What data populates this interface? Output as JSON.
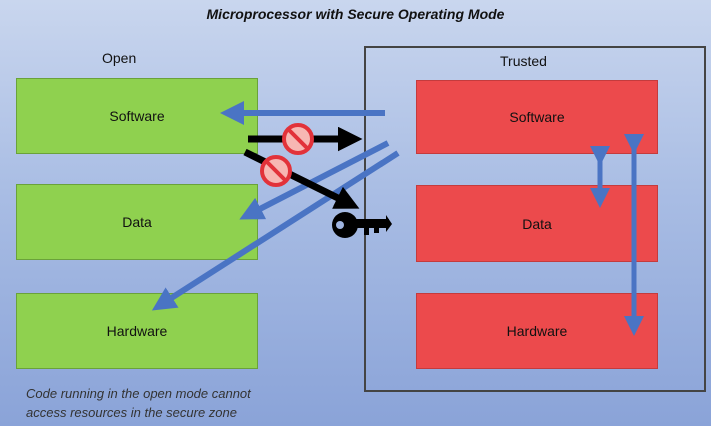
{
  "title": "Microprocessor with Secure Operating Mode",
  "open": {
    "label": "Open",
    "boxes": [
      "Software",
      "Data",
      "Hardware"
    ]
  },
  "trusted": {
    "label": "Trusted",
    "boxes": [
      "Software",
      "Data",
      "Hardware"
    ]
  },
  "caption": {
    "line1": "Code running in the open mode cannot",
    "line2": "access resources in the secure zone"
  },
  "colors": {
    "open_box": "#8fd14f",
    "trusted_box": "#ec4a4c",
    "arrow": "#4a74c4",
    "blocked_arrow": "#000000",
    "prohibited": "#e2323a"
  },
  "icons": [
    "prohibited-icon",
    "prohibited-icon",
    "key-icon"
  ]
}
